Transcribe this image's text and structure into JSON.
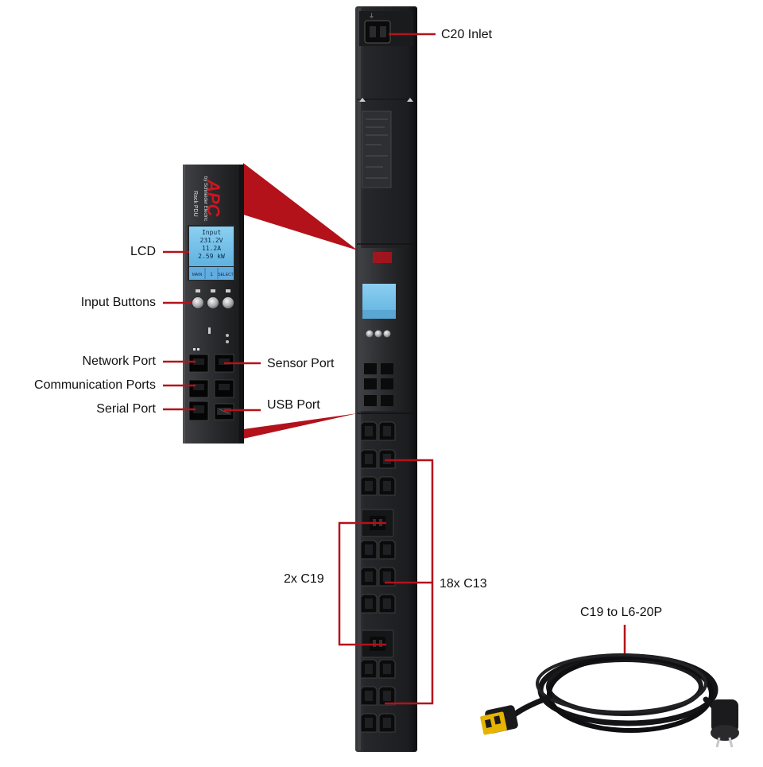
{
  "labels": {
    "c20_inlet": "C20 Inlet",
    "lcd": "LCD",
    "input_buttons": "Input Buttons",
    "network_port": "Network Port",
    "sensor_port": "Sensor Port",
    "communication_ports": "Communication Ports",
    "serial_port": "Serial Port",
    "usb_port": "USB Port",
    "c19_count": "2x C19",
    "c13_count": "18x C13",
    "cable": "C19 to L6-20P"
  },
  "lcd_screen": {
    "line1": "Input",
    "line2": "231.2V",
    "line3": "11.2A",
    "line4": "2.59 kW",
    "btn_main": "MAIN",
    "btn_mid": "1",
    "btn_select": "SELECT"
  },
  "brand": {
    "logo": "APC",
    "sub": "by Schneider Electric",
    "model": "Rack PDU"
  },
  "colors": {
    "accent_red": "#b3121b",
    "pdu_body": "#1e1f22",
    "lcd_blue": "#7ec3ea",
    "label_text": "#111111"
  }
}
